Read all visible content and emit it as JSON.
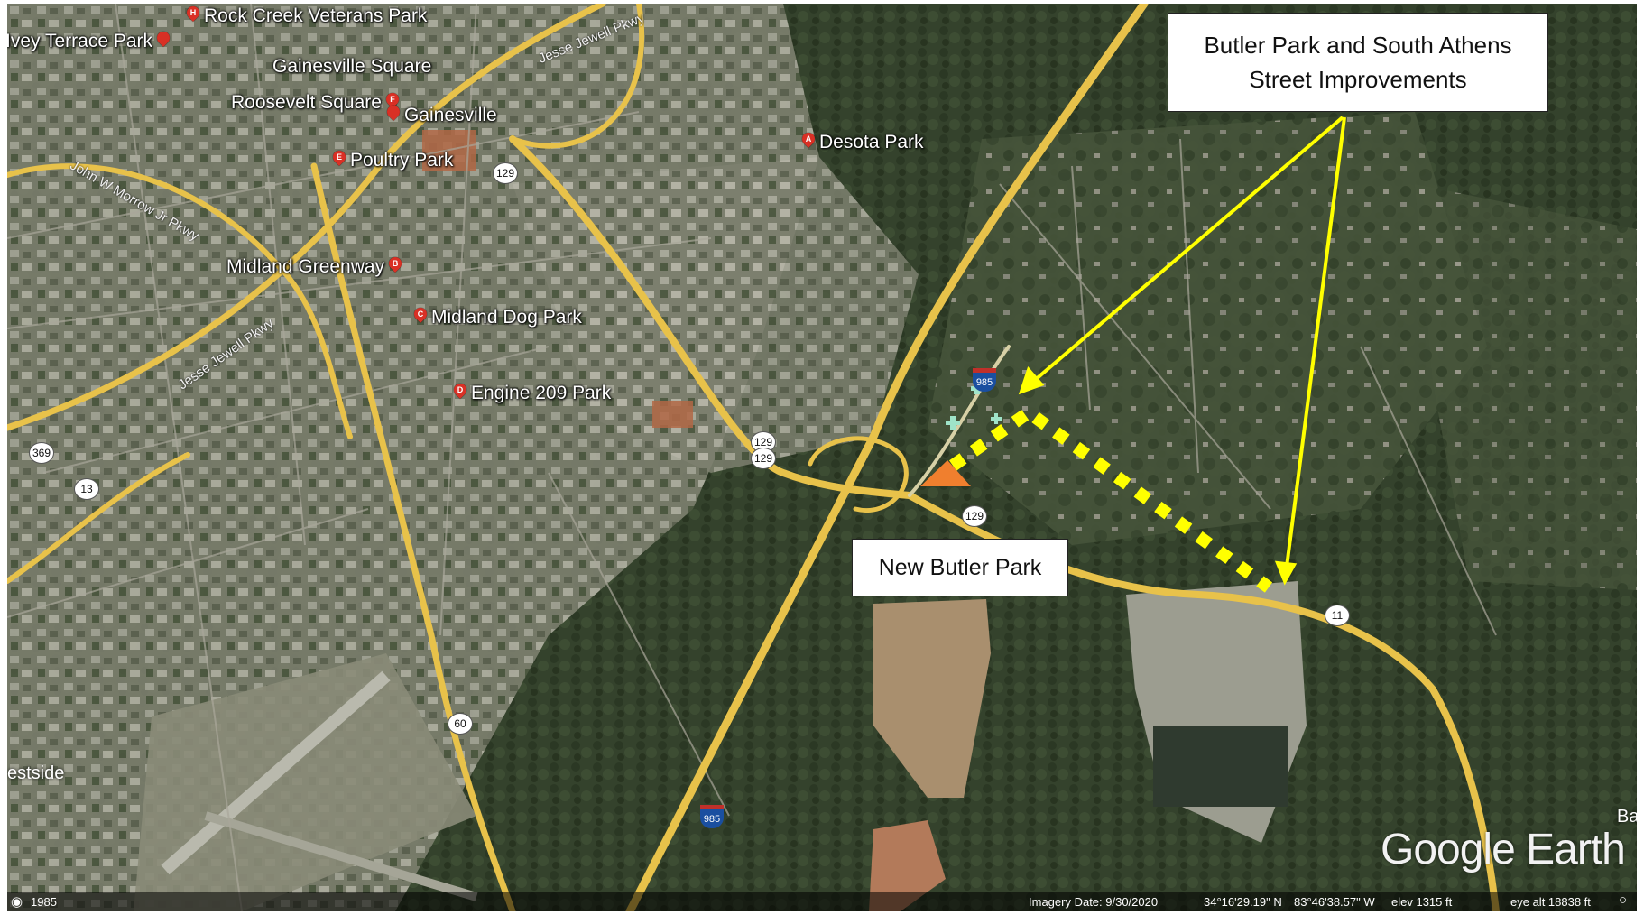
{
  "callouts": {
    "improvements": "Butler Park and South Athens Street Improvements",
    "new_park": "New Butler Park"
  },
  "places": [
    {
      "letter": "H",
      "name": "Rock Creek Veterans Park"
    },
    {
      "letter": "",
      "name": "Ivey Terrace Park"
    },
    {
      "letter": "",
      "name": "Gainesville Square"
    },
    {
      "letter": "F",
      "name": "Roosevelt Square"
    },
    {
      "letter": "",
      "name": "Gainesville"
    },
    {
      "letter": "E",
      "name": "Poultry Park"
    },
    {
      "letter": "A",
      "name": "Desota Park"
    },
    {
      "letter": "B",
      "name": "Midland Greenway"
    },
    {
      "letter": "C",
      "name": "Midland Dog Park"
    },
    {
      "letter": "D",
      "name": "Engine 209 Park"
    }
  ],
  "edge_labels": {
    "left": "estside",
    "right": "Ba"
  },
  "roads": {
    "jesse_jewell_1": "Jesse Jewell Pkwy",
    "jesse_jewell_2": "Jesse Jewell Pkwy",
    "john_morrow": "John W Morrow Jr Pkwy",
    "us129_a": "129",
    "us129_b": "129",
    "us129_c": "129",
    "us129_d": "129",
    "ga369": "369",
    "ga13": "13",
    "ga60": "60",
    "ga11": "11",
    "i985_a": "985",
    "i985_b": "985"
  },
  "status": {
    "tour_year": "1985",
    "imagery_date": "Imagery Date: 9/30/2020",
    "lat": "34°16'29.19\" N",
    "lon": "83°46'38.57\" W",
    "elev": "elev 1315 ft",
    "eye_alt": "eye alt 18838 ft"
  },
  "watermark": "Google Earth",
  "colors": {
    "arrow": "#ffff00",
    "dashed_path": "#ffff00",
    "park_marker": "#f07f2e",
    "pin": "#d93025",
    "highway": "#e8c24a"
  },
  "icons": [
    "map-pin-icon",
    "orange-triangle-marker-icon",
    "hospital-cross-icon",
    "compass-icon",
    "globe-icon"
  ]
}
